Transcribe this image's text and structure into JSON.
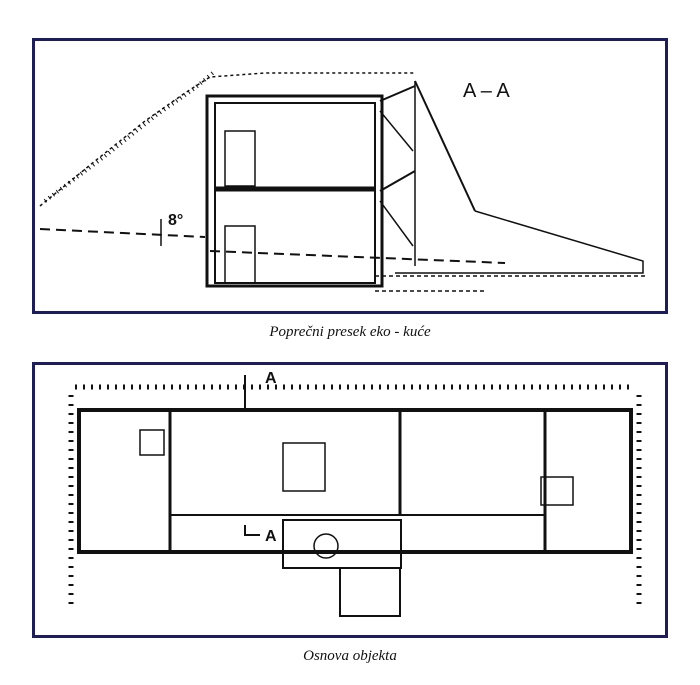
{
  "section": {
    "section_label": "A – A",
    "angle_label": "8°",
    "caption": "Poprečni presek eko - kuće"
  },
  "plan": {
    "cut_marker_top": "A",
    "cut_marker_bottom": "A",
    "caption": "Osnova objekta"
  },
  "colors": {
    "frame": "#1c1c5e",
    "ink": "#111111"
  }
}
